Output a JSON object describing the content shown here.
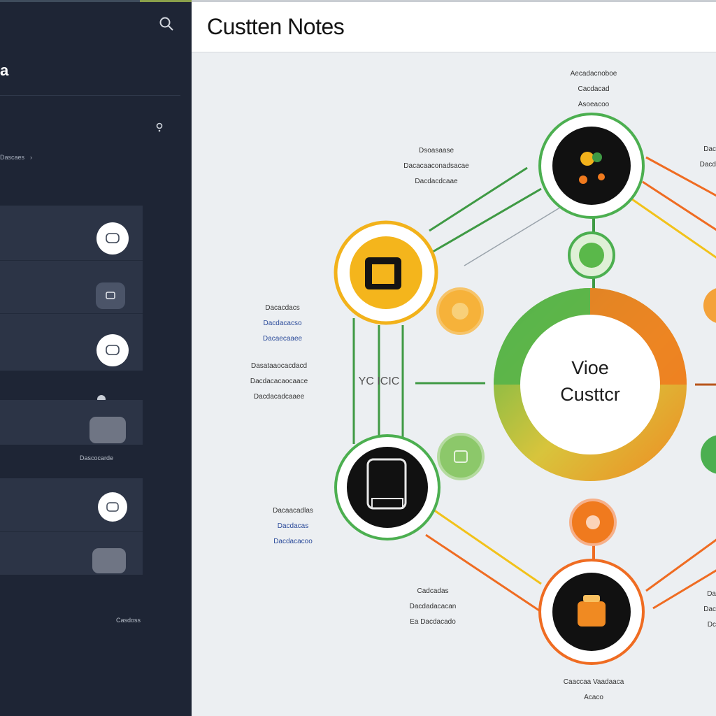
{
  "header": {
    "title": "Custten Notes"
  },
  "sidebar": {
    "title": "a",
    "section_label": "Dascaes",
    "section_chevron": "›",
    "help_icon": "help-icon",
    "search_icon": "search-icon",
    "caption_1": "Dascocarde",
    "caption_2": "Casdoss"
  },
  "diagram": {
    "center": {
      "line1": "Vioe",
      "line2": "Custtcr"
    },
    "labels": {
      "top": [
        "Aecadacnoboe",
        "Cacdacad",
        "Asoeacoo"
      ],
      "upper_left": [
        "Dsoasaase",
        "Dacacaaconadsacae",
        "Dacdacdcaae"
      ],
      "left_1": [
        "Dacacdacs",
        "Dacdacacso",
        "Dacaecaaee"
      ],
      "left_2": [
        "Dasataaocacdacd",
        "Dacdacacaocaace",
        "Dacdacadcaaee"
      ],
      "lower_left": [
        "Dacaacadlas",
        "Dacdacas",
        "Dacdacacoo"
      ],
      "bottom": [
        "Cadcadas",
        "Dacdadacacan",
        "Ea Dacdacado"
      ],
      "footer": [
        "Caaccaa Vaadaaca",
        "Acaco"
      ],
      "right_top": [
        "Dac",
        "Dacd"
      ],
      "right_bottom": [
        "Da",
        "Dac",
        "Dc"
      ],
      "connector": "YC ICIC"
    },
    "colors": {
      "green": "#4caf50",
      "orange": "#f07a1e",
      "yellow": "#f2b21b",
      "dark": "#111111"
    }
  }
}
